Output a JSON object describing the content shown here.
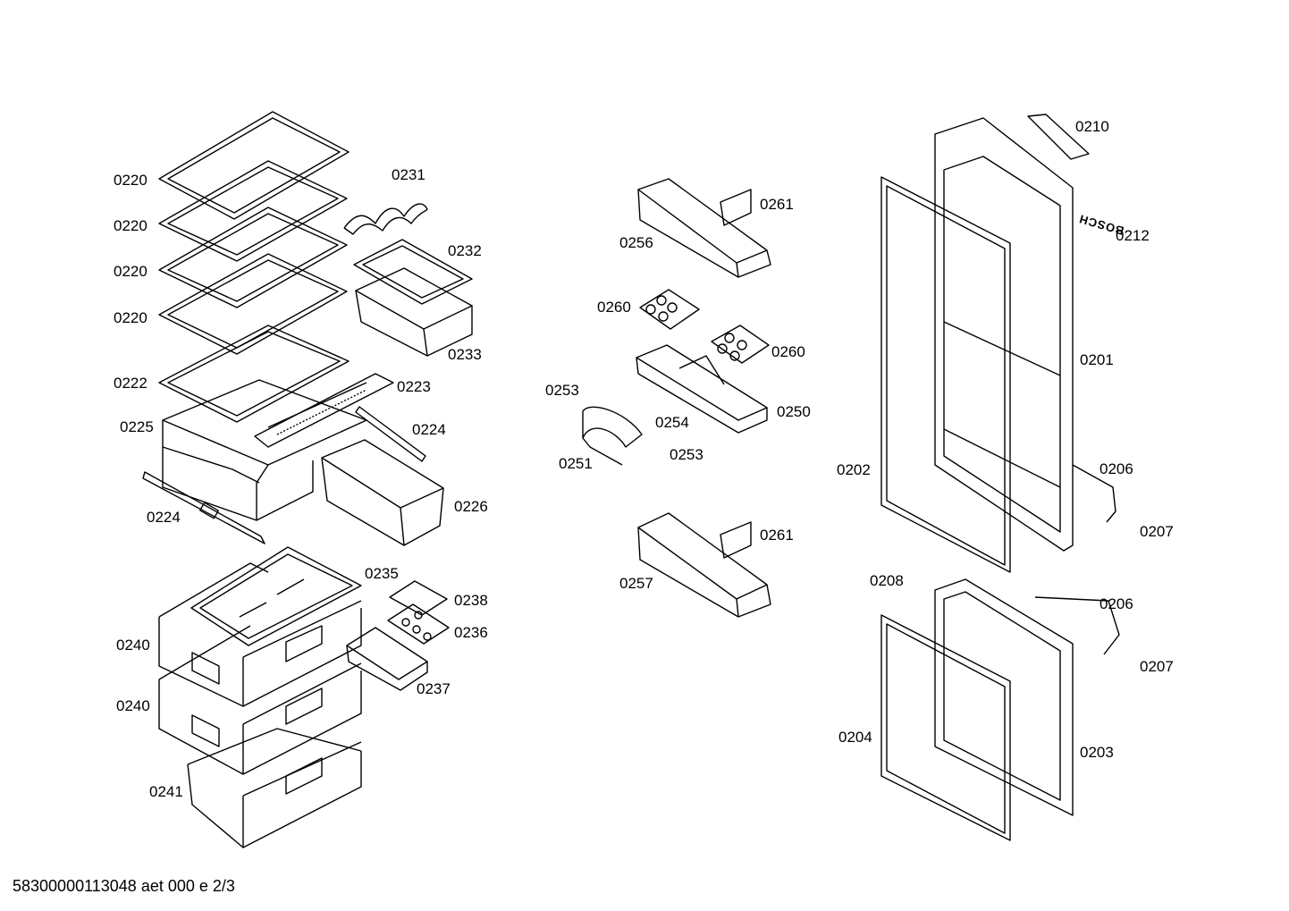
{
  "labels": [
    {
      "id": "0220-a",
      "text": "0220"
    },
    {
      "id": "0220-b",
      "text": "0220"
    },
    {
      "id": "0220-c",
      "text": "0220"
    },
    {
      "id": "0220-d",
      "text": "0220"
    },
    {
      "id": "0222",
      "text": "0222"
    },
    {
      "id": "0225",
      "text": "0225"
    },
    {
      "id": "0224-a",
      "text": "0224"
    },
    {
      "id": "0224-b",
      "text": "0224"
    },
    {
      "id": "0231",
      "text": "0231"
    },
    {
      "id": "0232",
      "text": "0232"
    },
    {
      "id": "0233",
      "text": "0233"
    },
    {
      "id": "0223",
      "text": "0223"
    },
    {
      "id": "0226",
      "text": "0226"
    },
    {
      "id": "0235",
      "text": "0235"
    },
    {
      "id": "0238",
      "text": "0238"
    },
    {
      "id": "0236",
      "text": "0236"
    },
    {
      "id": "0237",
      "text": "0237"
    },
    {
      "id": "0240-a",
      "text": "0240"
    },
    {
      "id": "0240-b",
      "text": "0240"
    },
    {
      "id": "0241",
      "text": "0241"
    },
    {
      "id": "0261-a",
      "text": "0261"
    },
    {
      "id": "0256",
      "text": "0256"
    },
    {
      "id": "0260-a",
      "text": "0260"
    },
    {
      "id": "0260-b",
      "text": "0260"
    },
    {
      "id": "0253-a",
      "text": "0253"
    },
    {
      "id": "0254",
      "text": "0254"
    },
    {
      "id": "0250",
      "text": "0250"
    },
    {
      "id": "0251",
      "text": "0251"
    },
    {
      "id": "0253-b",
      "text": "0253"
    },
    {
      "id": "0261-b",
      "text": "0261"
    },
    {
      "id": "0257",
      "text": "0257"
    },
    {
      "id": "0210",
      "text": "0210"
    },
    {
      "id": "0212",
      "text": "0212"
    },
    {
      "id": "0201",
      "text": "0201"
    },
    {
      "id": "0202",
      "text": "0202"
    },
    {
      "id": "0206-a",
      "text": "0206"
    },
    {
      "id": "0207-a",
      "text": "0207"
    },
    {
      "id": "0208",
      "text": "0208"
    },
    {
      "id": "0206-b",
      "text": "0206"
    },
    {
      "id": "0207-b",
      "text": "0207"
    },
    {
      "id": "0204",
      "text": "0204"
    },
    {
      "id": "0203",
      "text": "0203"
    }
  ],
  "brand": "BOSCH",
  "footer": "58300000113048 aet 000 e 2/3"
}
